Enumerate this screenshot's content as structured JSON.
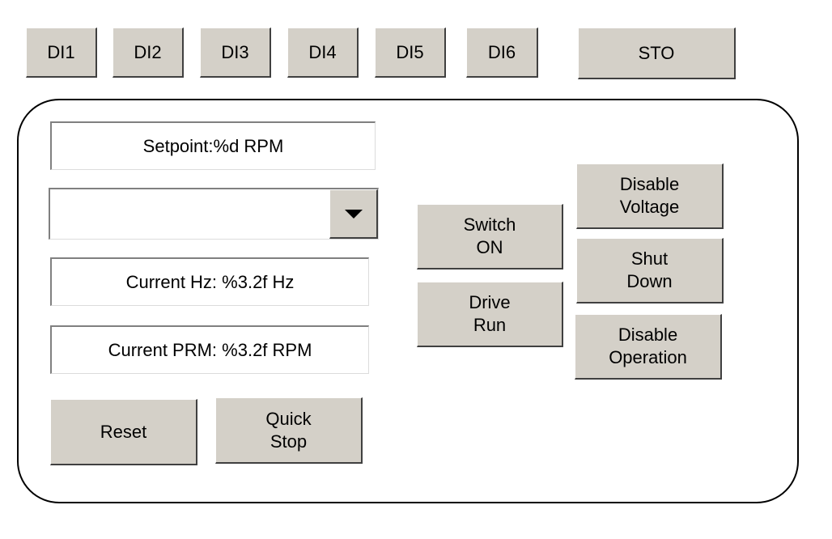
{
  "inputs": [
    "DI1",
    "DI2",
    "DI3",
    "DI4",
    "DI5",
    "DI6"
  ],
  "sto_label": "STO",
  "setpoint_text": "Setpoint:%d RPM",
  "mode_select": {
    "value": ""
  },
  "current_hz_text": "Current Hz: %3.2f Hz",
  "current_rpm_text": "Current PRM: %3.2f RPM",
  "buttons": {
    "switch_on": "Switch\nON",
    "drive_run": "Drive\nRun",
    "disable_voltage": "Disable\nVoltage",
    "shut_down": "Shut\nDown",
    "disable_operation": "Disable\nOperation",
    "reset": "Reset",
    "quick_stop": "Quick\nStop"
  },
  "icons": {
    "dropdown": "chevron-down-icon"
  }
}
